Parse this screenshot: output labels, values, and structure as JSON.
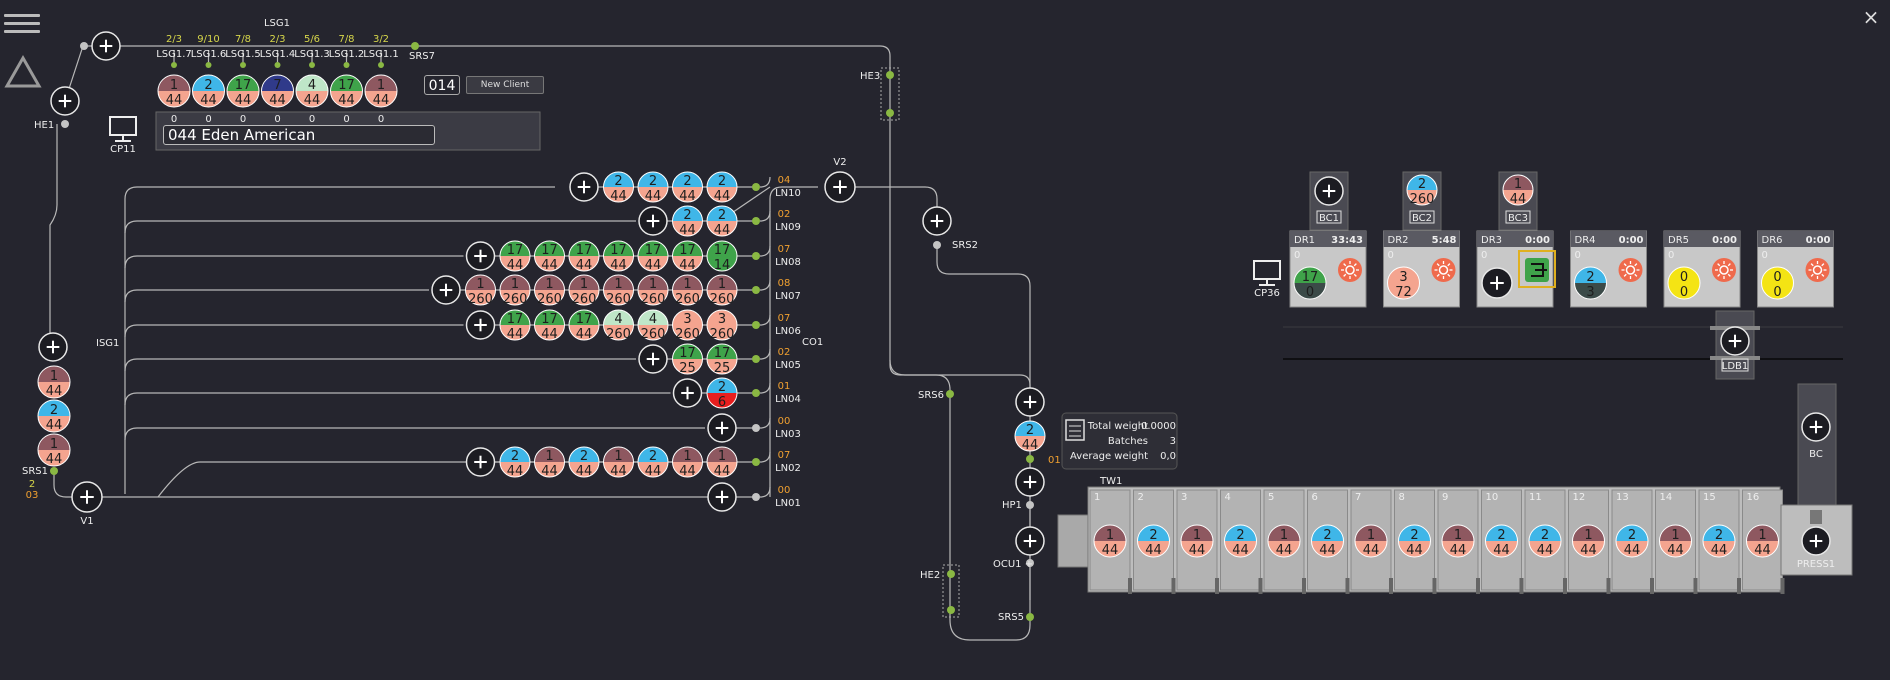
{
  "window": {
    "close_label": "×"
  },
  "menu_icon": "hamburger-menu-icon",
  "warning_icon": "triangle-outline-icon",
  "colors": {
    "background": "#25252e",
    "line": "#b8b8b8",
    "node_green": "#8ab843",
    "node_grey": "#c4c4c4",
    "orange": "#f0a030",
    "yellow": "#d6d64a",
    "bin_maroon": "#8e5860",
    "bin_blue": "#3fb6e8",
    "bin_green": "#3fa34a",
    "bin_navy": "#303a8a",
    "bin_mint": "#bfe6c8",
    "bin_salmon": "#f4a48f",
    "bin_red": "#e81e1e",
    "bin_darkgrey": "#3b4a48",
    "bin_yellow": "#f4e414",
    "accent_yellow_border": "#e0b020"
  },
  "labels": {
    "LSG1": "LSG1",
    "SRS7": "SRS7",
    "HE1": "HE1",
    "CP11": "CP11",
    "HE3": "HE3",
    "V2": "V2",
    "SRS2": "SRS2",
    "ISG1": "ISG1",
    "CO1": "CO1",
    "SRS1": "SRS1",
    "srs1_a": "2",
    "srs1_b": "03",
    "V1": "V1",
    "SRS6": "SRS6",
    "HP1": "HP1",
    "OCU1": "OCU1 +",
    "HE2": "HE2",
    "SRS5": "SRS5",
    "TW1": "TW1",
    "CP36": "CP36",
    "LDB1": "LDB1",
    "BC": "BC",
    "PRESS1": "PRESS1",
    "ocu_tag": "01"
  },
  "client": {
    "code": "014",
    "name": "044 Eden American",
    "new_client_label": "New Client"
  },
  "lsg_slots": [
    {
      "label": "LSG1.7",
      "ratio": "2/3",
      "top": "1",
      "bottom": "44",
      "top_color": "#8e5860",
      "bottom_color": "#f4a48f"
    },
    {
      "label": "LSG1.6",
      "ratio": "9/10",
      "top": "2",
      "bottom": "44",
      "top_color": "#3fb6e8",
      "bottom_color": "#f4a48f"
    },
    {
      "label": "LSG1.5",
      "ratio": "7/8",
      "top": "17",
      "bottom": "44",
      "top_color": "#3fa34a",
      "bottom_color": "#f4a48f"
    },
    {
      "label": "LSG1.4",
      "ratio": "2/3",
      "top": "7",
      "bottom": "44",
      "top_color": "#303a8a",
      "bottom_color": "#f4a48f",
      "header": "LSG1"
    },
    {
      "label": "LSG1.3",
      "ratio": "5/6",
      "top": "4",
      "bottom": "44",
      "top_color": "#bfe6c8",
      "bottom_color": "#f4a48f"
    },
    {
      "label": "LSG1.2",
      "ratio": "7/8",
      "top": "17",
      "bottom": "44",
      "top_color": "#3fa34a",
      "bottom_color": "#f4a48f"
    },
    {
      "label": "LSG1.1",
      "ratio": "3/2",
      "top": "1",
      "bottom": "44",
      "top_color": "#8e5860",
      "bottom_color": "#f4a48f"
    }
  ],
  "lsg_counters": [
    "0",
    "0",
    "0",
    "0",
    "0",
    "0",
    "0"
  ],
  "srs1_bins": [
    {
      "top": "1",
      "bottom": "44",
      "top_color": "#8e5860",
      "bottom_color": "#f4a48f"
    },
    {
      "top": "2",
      "bottom": "44",
      "top_color": "#3fb6e8",
      "bottom_color": "#f4a48f"
    },
    {
      "top": "1",
      "bottom": "44",
      "top_color": "#8e5860",
      "bottom_color": "#f4a48f"
    }
  ],
  "lanes": [
    {
      "name": "LN10",
      "code": "04",
      "bins": [
        {
          "top": "2",
          "bottom": "44",
          "top_color": "#3fb6e8",
          "bottom_color": "#f4a48f"
        },
        {
          "top": "2",
          "bottom": "44",
          "top_color": "#3fb6e8",
          "bottom_color": "#f4a48f"
        },
        {
          "top": "2",
          "bottom": "44",
          "top_color": "#3fb6e8",
          "bottom_color": "#f4a48f"
        },
        {
          "top": "2",
          "bottom": "44",
          "top_color": "#3fb6e8",
          "bottom_color": "#f4a48f"
        }
      ]
    },
    {
      "name": "LN09",
      "code": "02",
      "bins": [
        {
          "top": "2",
          "bottom": "44",
          "top_color": "#3fb6e8",
          "bottom_color": "#f4a48f"
        },
        {
          "top": "2",
          "bottom": "44",
          "top_color": "#3fb6e8",
          "bottom_color": "#f4a48f"
        }
      ]
    },
    {
      "name": "LN08",
      "code": "07",
      "bins": [
        {
          "top": "17",
          "bottom": "44",
          "top_color": "#3fa34a",
          "bottom_color": "#f4a48f"
        },
        {
          "top": "17",
          "bottom": "44",
          "top_color": "#3fa34a",
          "bottom_color": "#f4a48f"
        },
        {
          "top": "17",
          "bottom": "44",
          "top_color": "#3fa34a",
          "bottom_color": "#f4a48f"
        },
        {
          "top": "17",
          "bottom": "44",
          "top_color": "#3fa34a",
          "bottom_color": "#f4a48f"
        },
        {
          "top": "17",
          "bottom": "44",
          "top_color": "#3fa34a",
          "bottom_color": "#f4a48f"
        },
        {
          "top": "17",
          "bottom": "44",
          "top_color": "#3fa34a",
          "bottom_color": "#f4a48f"
        },
        {
          "top": "17",
          "bottom": "14",
          "top_color": "#3fa34a",
          "bottom_color": "#3fa34a"
        }
      ]
    },
    {
      "name": "LN07",
      "code": "08",
      "bins": [
        {
          "top": "1",
          "bottom": "260",
          "top_color": "#8e5860",
          "bottom_color": "#f4a48f"
        },
        {
          "top": "1",
          "bottom": "260",
          "top_color": "#8e5860",
          "bottom_color": "#f4a48f"
        },
        {
          "top": "1",
          "bottom": "260",
          "top_color": "#8e5860",
          "bottom_color": "#f4a48f"
        },
        {
          "top": "1",
          "bottom": "260",
          "top_color": "#8e5860",
          "bottom_color": "#f4a48f"
        },
        {
          "top": "1",
          "bottom": "260",
          "top_color": "#8e5860",
          "bottom_color": "#f4a48f"
        },
        {
          "top": "1",
          "bottom": "260",
          "top_color": "#8e5860",
          "bottom_color": "#f4a48f"
        },
        {
          "top": "1",
          "bottom": "260",
          "top_color": "#8e5860",
          "bottom_color": "#f4a48f"
        },
        {
          "top": "1",
          "bottom": "260",
          "top_color": "#8e5860",
          "bottom_color": "#f4a48f"
        }
      ]
    },
    {
      "name": "LN06",
      "code": "07",
      "bins": [
        {
          "top": "17",
          "bottom": "44",
          "top_color": "#3fa34a",
          "bottom_color": "#f4a48f"
        },
        {
          "top": "17",
          "bottom": "44",
          "top_color": "#3fa34a",
          "bottom_color": "#f4a48f"
        },
        {
          "top": "17",
          "bottom": "44",
          "top_color": "#3fa34a",
          "bottom_color": "#f4a48f"
        },
        {
          "top": "4",
          "bottom": "260",
          "top_color": "#bfe6c8",
          "bottom_color": "#f4a48f"
        },
        {
          "top": "4",
          "bottom": "260",
          "top_color": "#bfe6c8",
          "bottom_color": "#f4a48f"
        },
        {
          "top": "3",
          "bottom": "260",
          "top_color": "#f4a48f",
          "bottom_color": "#f4a48f"
        },
        {
          "top": "3",
          "bottom": "260",
          "top_color": "#f4a48f",
          "bottom_color": "#f4a48f"
        }
      ]
    },
    {
      "name": "LN05",
      "code": "02",
      "bins": [
        {
          "top": "17",
          "bottom": "25",
          "top_color": "#3fa34a",
          "bottom_color": "#f4a48f"
        },
        {
          "top": "17",
          "bottom": "25",
          "top_color": "#3fa34a",
          "bottom_color": "#f4a48f"
        }
      ]
    },
    {
      "name": "LN04",
      "code": "01",
      "bins": [
        {
          "top": "2",
          "bottom": "6",
          "top_color": "#3fb6e8",
          "bottom_color": "#e81e1e"
        }
      ]
    },
    {
      "name": "LN03",
      "code": "00",
      "bins": []
    },
    {
      "name": "LN02",
      "code": "07",
      "bins": [
        {
          "top": "2",
          "bottom": "44",
          "top_color": "#3fb6e8",
          "bottom_color": "#f4a48f"
        },
        {
          "top": "1",
          "bottom": "44",
          "top_color": "#8e5860",
          "bottom_color": "#f4a48f"
        },
        {
          "top": "2",
          "bottom": "44",
          "top_color": "#3fb6e8",
          "bottom_color": "#f4a48f"
        },
        {
          "top": "1",
          "bottom": "44",
          "top_color": "#8e5860",
          "bottom_color": "#f4a48f"
        },
        {
          "top": "2",
          "bottom": "44",
          "top_color": "#3fb6e8",
          "bottom_color": "#f4a48f"
        },
        {
          "top": "1",
          "bottom": "44",
          "top_color": "#8e5860",
          "bottom_color": "#f4a48f"
        },
        {
          "top": "1",
          "bottom": "44",
          "top_color": "#8e5860",
          "bottom_color": "#f4a48f"
        }
      ]
    },
    {
      "name": "LN01",
      "code": "00",
      "bins": []
    }
  ],
  "ocu_bin": {
    "top": "2",
    "bottom": "44",
    "top_color": "#3fb6e8",
    "bottom_color": "#f4a48f"
  },
  "info_panel": {
    "total_weight_label": "Total weight",
    "total_weight_value": "0.0000",
    "batches_label": "Batches",
    "batches_value": "3",
    "avg_weight_label": "Average weight",
    "avg_weight_value": "0,0"
  },
  "tw_positions": [
    {
      "num": "1",
      "top": "1",
      "bottom": "44",
      "top_color": "#8e5860"
    },
    {
      "num": "2",
      "top": "2",
      "bottom": "44",
      "top_color": "#3fb6e8"
    },
    {
      "num": "3",
      "top": "1",
      "bottom": "44",
      "top_color": "#8e5860"
    },
    {
      "num": "4",
      "top": "2",
      "bottom": "44",
      "top_color": "#3fb6e8"
    },
    {
      "num": "5",
      "top": "1",
      "bottom": "44",
      "top_color": "#8e5860"
    },
    {
      "num": "6",
      "top": "2",
      "bottom": "44",
      "top_color": "#3fb6e8"
    },
    {
      "num": "7",
      "top": "1",
      "bottom": "44",
      "top_color": "#8e5860"
    },
    {
      "num": "8",
      "top": "2",
      "bottom": "44",
      "top_color": "#3fb6e8"
    },
    {
      "num": "9",
      "top": "1",
      "bottom": "44",
      "top_color": "#8e5860"
    },
    {
      "num": "10",
      "top": "2",
      "bottom": "44",
      "top_color": "#3fb6e8"
    },
    {
      "num": "11",
      "top": "2",
      "bottom": "44",
      "top_color": "#3fb6e8"
    },
    {
      "num": "12",
      "top": "1",
      "bottom": "44",
      "top_color": "#8e5860"
    },
    {
      "num": "13",
      "top": "2",
      "bottom": "44",
      "top_color": "#3fb6e8"
    },
    {
      "num": "14",
      "top": "1",
      "bottom": "44",
      "top_color": "#8e5860"
    },
    {
      "num": "15",
      "top": "2",
      "bottom": "44",
      "top_color": "#3fb6e8"
    },
    {
      "num": "16",
      "top": "1",
      "bottom": "44",
      "top_color": "#8e5860"
    }
  ],
  "bc_units": [
    {
      "name": "BC1",
      "has_bin": false
    },
    {
      "name": "BC2",
      "has_bin": true,
      "top": "2",
      "bottom": "260",
      "top_color": "#3fb6e8",
      "bottom_color": "#f4a48f"
    },
    {
      "name": "BC3",
      "has_bin": true,
      "top": "1",
      "bottom": "44",
      "top_color": "#8e5860",
      "bottom_color": "#f4a48f"
    }
  ],
  "dryers": [
    {
      "name": "DR1",
      "time": "33:43",
      "count": "0",
      "bin": {
        "top": "17",
        "bottom": "0",
        "top_color": "#3fa34a",
        "bottom_color": "#3b4a48"
      }
    },
    {
      "name": "DR2",
      "time": "5:48",
      "count": "0",
      "bin": {
        "top": "3",
        "bottom": "72",
        "top_color": "#f4a48f",
        "bottom_color": "#f4a48f"
      }
    },
    {
      "name": "DR3",
      "time": "0:00",
      "count": "0",
      "bin": null
    },
    {
      "name": "DR4",
      "time": "0:00",
      "count": "0",
      "bin": {
        "top": "2",
        "bottom": "3",
        "top_color": "#3fb6e8",
        "bottom_color": "#3b4a48"
      }
    },
    {
      "name": "DR5",
      "time": "0:00",
      "count": "0",
      "bin": {
        "top": "0",
        "bottom": "0",
        "top_color": "#f4e414",
        "bottom_color": "#f4e414"
      }
    },
    {
      "name": "DR6",
      "time": "0:00",
      "count": "0",
      "bin": {
        "top": "0",
        "bottom": "0",
        "top_color": "#f4e414",
        "bottom_color": "#f4e414"
      }
    }
  ]
}
